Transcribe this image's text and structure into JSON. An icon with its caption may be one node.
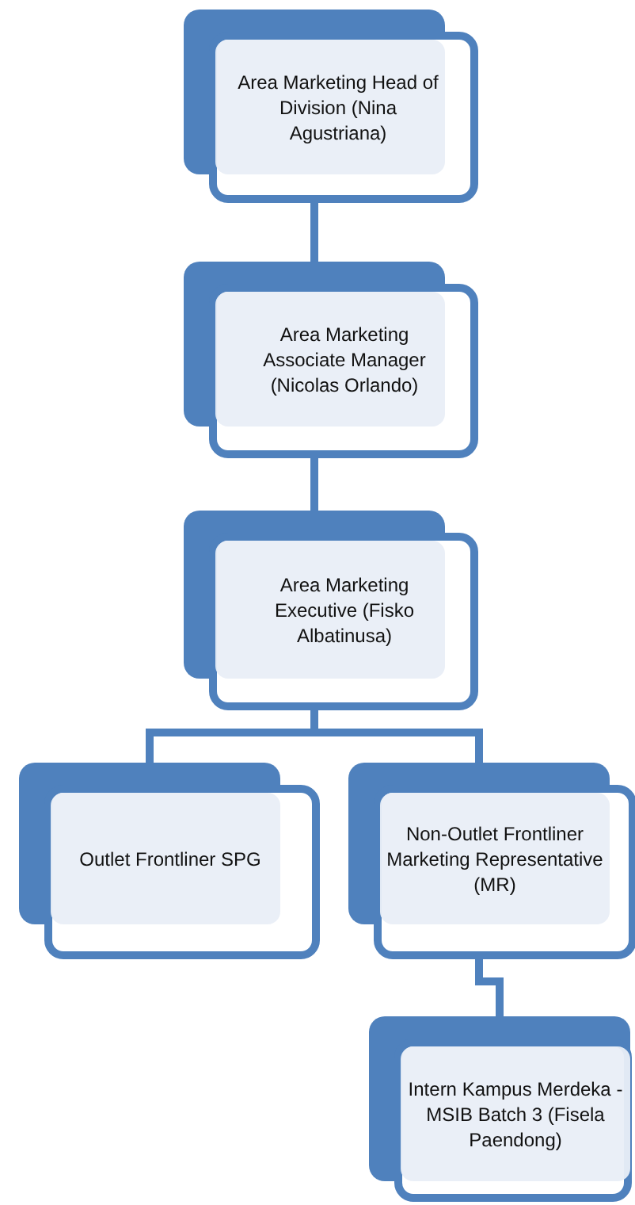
{
  "diagram": {
    "nodes": [
      {
        "text": [
          "Area Marketing Head of Division (Nina Agustriana)"
        ]
      },
      {
        "text": [
          "Area Marketing Associate Manager (Nicolas Orlando)"
        ]
      },
      {
        "text": [
          "Area Marketing Executive (Fisko Albatinusa)"
        ]
      },
      {
        "text": [
          "Outlet Frontliner SPG"
        ]
      },
      {
        "text": [
          "Non-Outlet Frontliner Marketing Representative (MR)"
        ]
      },
      {
        "text": [
          "Intern Kampus Merdeka - MSIB Batch 3 (Fisela Paendong)"
        ]
      }
    ],
    "edges": [
      {
        "from": 0,
        "to": 1,
        "arrow": "none"
      },
      {
        "from": 1,
        "to": 2,
        "arrow": "none"
      },
      {
        "from": 2,
        "to": 3,
        "arrow": "none"
      },
      {
        "from": 2,
        "to": 4,
        "arrow": "none"
      },
      {
        "from": 4,
        "to": 5,
        "arrow": "none"
      }
    ]
  }
}
